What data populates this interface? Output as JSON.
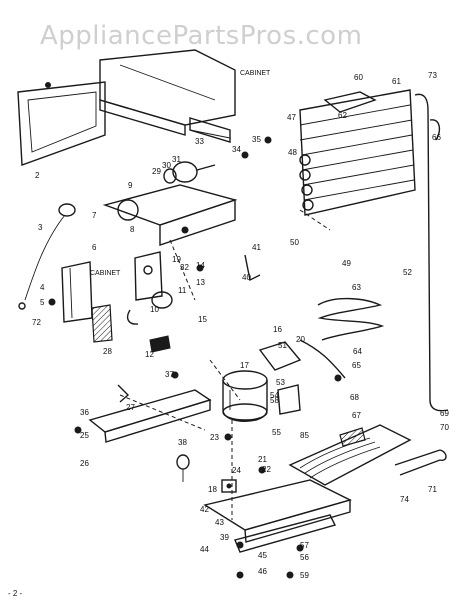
{
  "watermark": "AppliancePartsPros.com",
  "labels": {
    "cabinet_top": "CABINET",
    "cabinet_left": "CABINET"
  },
  "page_number": "- 2 -",
  "callouts": [
    "2",
    "3",
    "4",
    "5",
    "6",
    "7",
    "8",
    "9",
    "10",
    "11",
    "12",
    "13",
    "14",
    "15",
    "16",
    "17",
    "18",
    "19",
    "20",
    "21",
    "22",
    "23",
    "24",
    "25",
    "26",
    "27",
    "28",
    "29",
    "30",
    "31",
    "32",
    "33",
    "34",
    "35",
    "36",
    "37",
    "38",
    "39",
    "40",
    "41",
    "42",
    "43",
    "44",
    "45",
    "46",
    "47",
    "48",
    "49",
    "50",
    "51",
    "52",
    "53",
    "54",
    "55",
    "56",
    "57",
    "58",
    "59",
    "60",
    "61",
    "62",
    "63",
    "64",
    "65",
    "66",
    "67",
    "68",
    "69",
    "70",
    "71",
    "72",
    "73",
    "74",
    "85"
  ]
}
